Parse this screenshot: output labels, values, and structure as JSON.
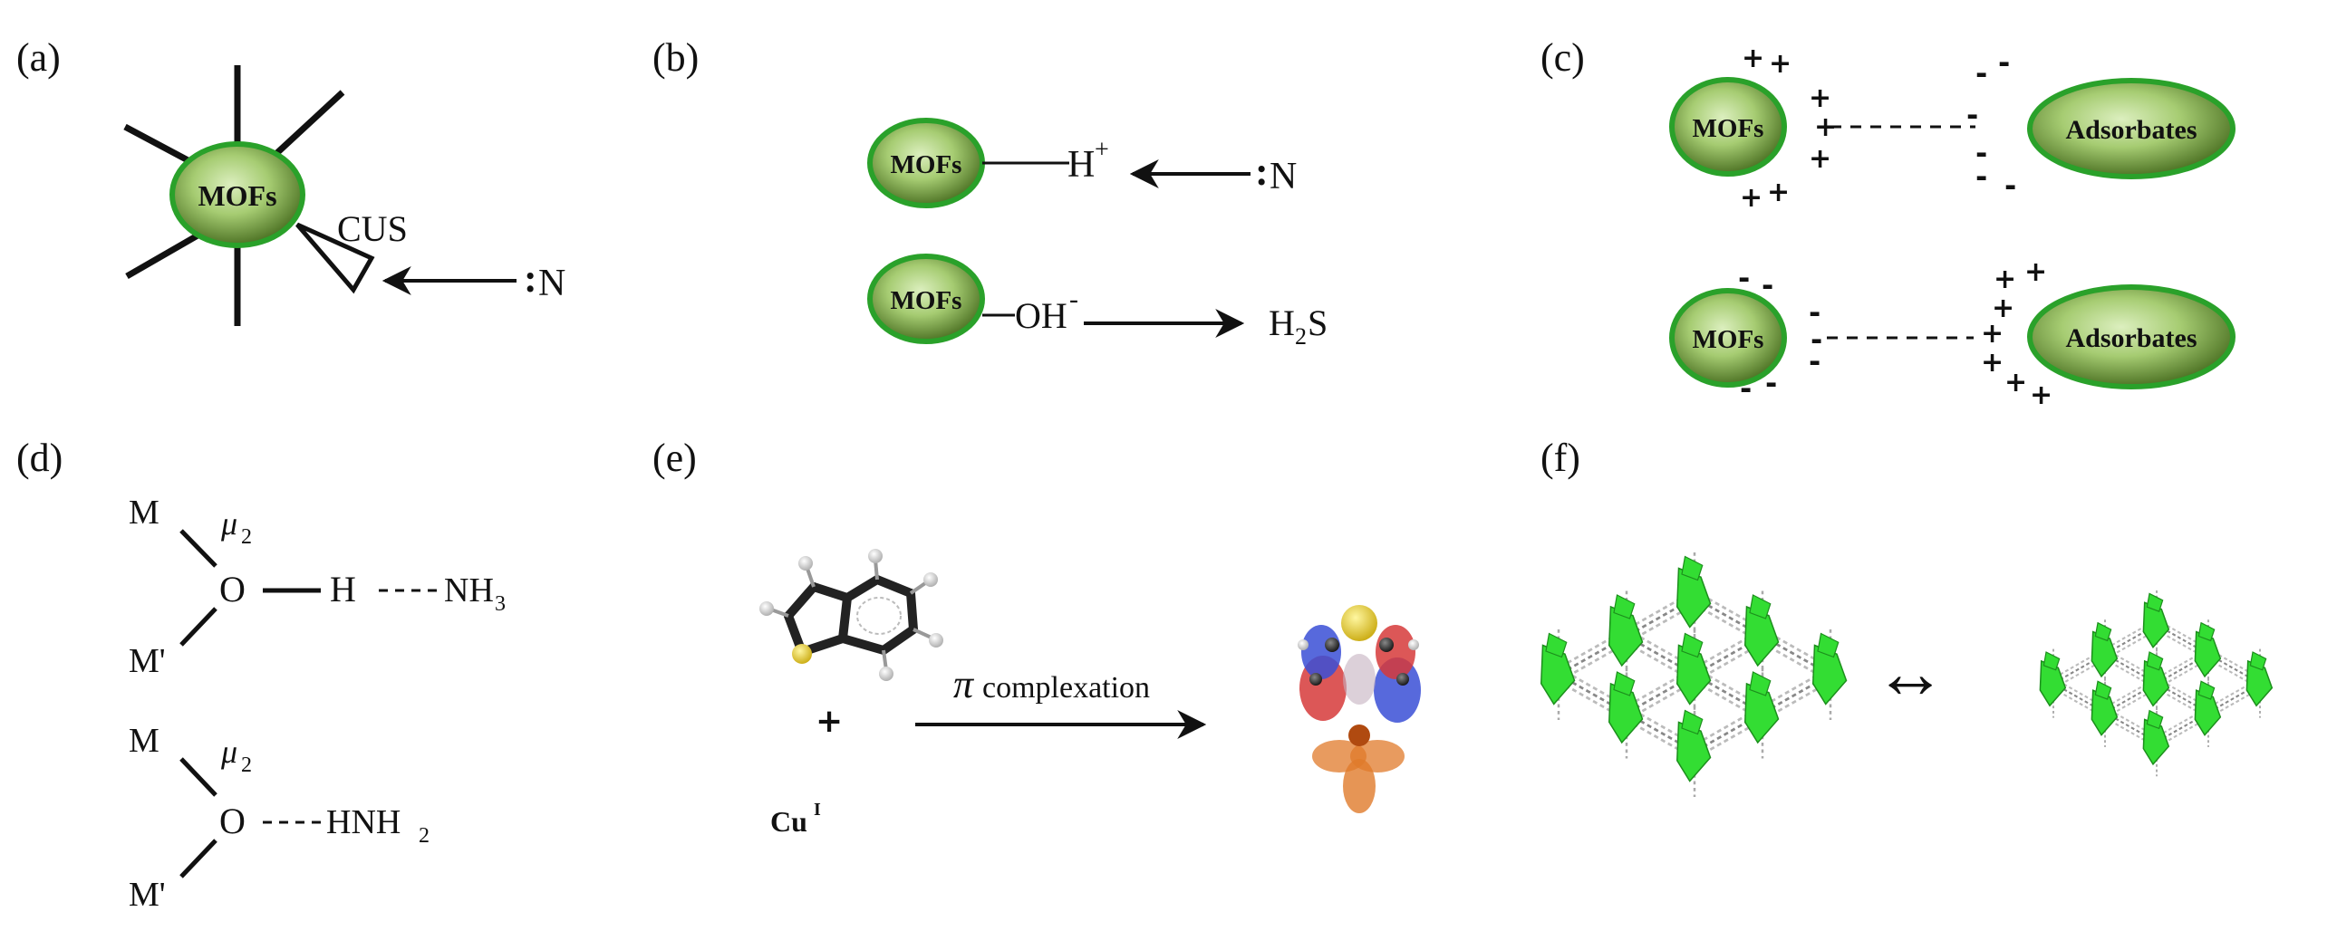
{
  "panels": {
    "a": {
      "label": "(a)",
      "node": "MOFs",
      "site": "CUS",
      "colon": ":",
      "atom": "N"
    },
    "b": {
      "label": "(b)",
      "node1": "MOFs",
      "h": "H",
      "h_charge": "+",
      "colon": ":",
      "atom": "N",
      "node2": "MOFs",
      "oh": "OH",
      "oh_charge": "-",
      "h2s_h": "H",
      "h2s_sub": "2",
      "h2s_s": "S"
    },
    "c": {
      "label": "(c)",
      "top_left": "MOFs",
      "top_right": "Adsorbates",
      "bottom_left": "MOFs",
      "bottom_right": "Adsorbates",
      "plus": "+",
      "minus": "-"
    },
    "d": {
      "label": "(d)",
      "m": "M",
      "m_prime": "M'",
      "mu": "μ",
      "mu_sub": "2",
      "o": "O",
      "h": "H",
      "nh3": "NH",
      "nh3_sub": "3",
      "hnh2": "HNH",
      "hnh2_sub": "2"
    },
    "e": {
      "label": "(e)",
      "plus": "+",
      "cu": "Cu",
      "cu_sup": "I",
      "pi": "π",
      "complexation": "complexation"
    },
    "f": {
      "label": "(f)",
      "arrow": "↔"
    }
  },
  "colors": {
    "green_light": "#c9e7a2",
    "green_mid": "#8fbd5a",
    "green_dark": "#3d5f17",
    "green_border": "#2aa12a",
    "framework_green": "#33dd33",
    "orbital_red": "#d63a3a",
    "orbital_blue": "#3a4fd6",
    "orbital_orange": "#e07a2a",
    "sulfur_yellow": "#e6cc1a"
  }
}
